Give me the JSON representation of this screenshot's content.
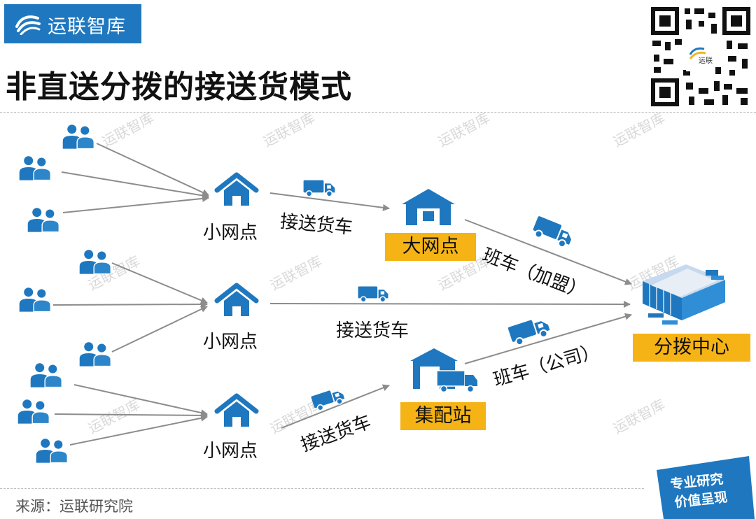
{
  "header": {
    "brand": "运联智库",
    "title": "非直送分拨的接送货模式"
  },
  "nodes": {
    "small_point": "小网点",
    "big_point": "大网点",
    "collect_station": "集配站",
    "hub": "分拨中心"
  },
  "edges": {
    "pickup_truck": "接送货车",
    "shuttle_franchise": "班车（加盟）",
    "shuttle_company": "班车（公司）"
  },
  "footer": {
    "source": "来源：运联研究院"
  },
  "badge": {
    "line1": "专业研究",
    "line2": "价值呈现"
  },
  "watermark": "运联智库",
  "colors": {
    "brand_blue": "#1f78bf",
    "highlight": "#f5b316",
    "arrow": "#8c8c8c"
  },
  "icons": [
    "people-icon",
    "house-icon",
    "truck-icon",
    "warehouse-icon",
    "hub-icon",
    "qr-code-icon",
    "brand-logo-icon"
  ]
}
